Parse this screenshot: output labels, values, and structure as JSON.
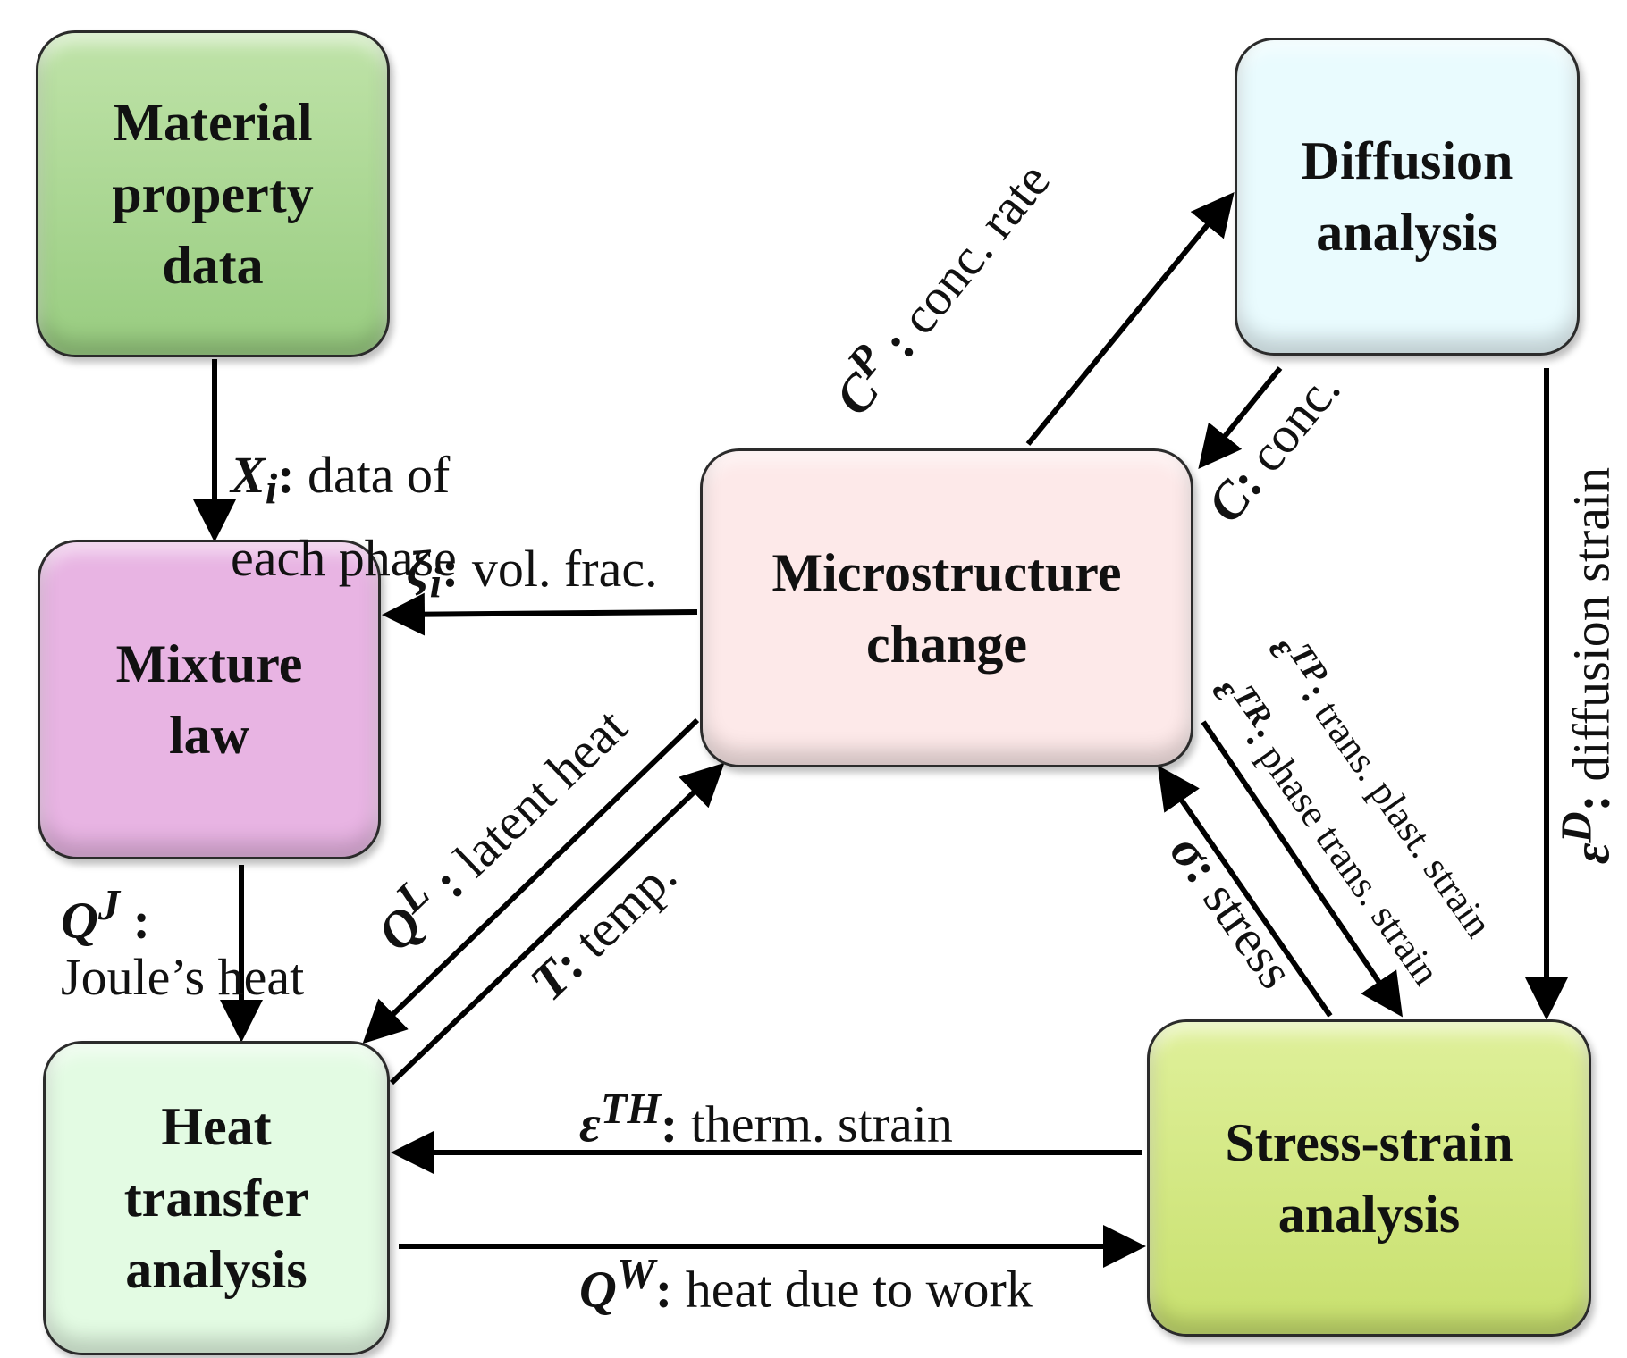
{
  "nodes": {
    "material": "Material\nproperty\ndata",
    "diffusion": "Diffusion\nanalysis",
    "mixture": "Mixture\nlaw",
    "micro": "Microstructure\nchange",
    "heat": "Heat\ntransfer\nanalysis",
    "stress": "Stress-strain\nanalysis"
  },
  "edges": {
    "xi": {
      "symbol": "X",
      "sub": "i",
      "sep": ":",
      "text": " data of\neach phase"
    },
    "zeta": {
      "symbol": "ζ",
      "sub": "i",
      "sep": ":",
      "text": " vol. frac."
    },
    "qj": {
      "symbol": "Q",
      "sup": "J",
      "sep": " :",
      "text": "Joule’s heat"
    },
    "cp": {
      "symbol": "C",
      "sup": "P",
      "sep": " :",
      "text": " conc. rate"
    },
    "c": {
      "symbol": "C",
      "sep": ":",
      "text": " conc."
    },
    "ql": {
      "symbol": "Q",
      "sup": "L",
      "sep": " :",
      "text": " latent heat"
    },
    "t": {
      "symbol": "T",
      "sep": ":",
      "text": " temp."
    },
    "sigma": {
      "symbol": "σ",
      "sep": ":",
      "text": " stress"
    },
    "etp": {
      "symbol": "ε",
      "sup": "TP",
      "sep": ":",
      "text": " trans. plast. strain"
    },
    "etr": {
      "symbol": "ε",
      "sup": "TR",
      "sep": ":",
      "text": " phase trans. strain"
    },
    "ed": {
      "symbol": "ε",
      "sup": "D",
      "sep": ":",
      "text": " diffusion strain"
    },
    "eth": {
      "symbol": "ε",
      "sup": "TH",
      "sep": ":",
      "text": " therm. strain"
    },
    "qw": {
      "symbol": "Q",
      "sup": "W",
      "sep": ":",
      "text": " heat due to work"
    }
  },
  "colors": {
    "material": "#a9d68f",
    "diffusion": "#e9fbfe",
    "mixture": "#e8b4e3",
    "micro": "#fde9e9",
    "heat": "#e3fbe3",
    "stress": "#d3e782",
    "arrow": "#000000"
  }
}
